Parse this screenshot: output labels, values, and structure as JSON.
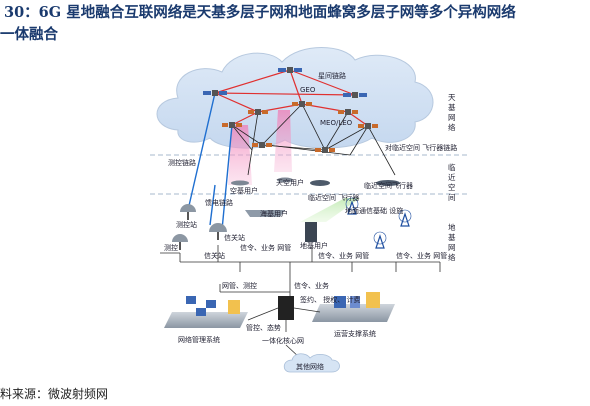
{
  "title_line1": "30：6G  星地融合互联网络是天基多层子网和地面蜂窝多层子网等多个异构网络",
  "title_line2": "一体融合",
  "source": "料来源：微波射频网",
  "labels": {
    "inter_satellite_link": "星间链路",
    "geo": "GEO",
    "meo_leo": "MEO/LEO",
    "control_link_top": "测控链路",
    "air_user": "空基用户",
    "sky_user": "天空用户",
    "near_space_user": "临近空间 飞行器",
    "near_space_link": "对临近空间 飞行器链路",
    "near_space_craft": "临近空间飞行器",
    "feeder_link": "馈电链路",
    "control_station": "测控站",
    "gateway_station": "信关站",
    "gateway_station2": "信关站",
    "sea_user": "海基用户",
    "ground_user": "地基用户",
    "ground_base_station": "地面通信基础 设施",
    "control": "测控",
    "signaling_business_1": "信令、业务 网管",
    "signaling_business_2": "信令、业务 网管",
    "signaling_business_3": "信令、业务 网管",
    "net_control": "网管、测控",
    "signaling_business_4": "信令、业务",
    "sign_auth_bill": "签约、 授权、 计费",
    "control_status": "管控、态势",
    "network_mgmt": "网络管理系统",
    "core_network": "一体化核心网",
    "ops_support": "运营支撑系统",
    "other_network": "其他网络",
    "side_space": "天 基 网 络",
    "side_near": "临 近 空 间",
    "side_ground": "地 基 网 络"
  }
}
